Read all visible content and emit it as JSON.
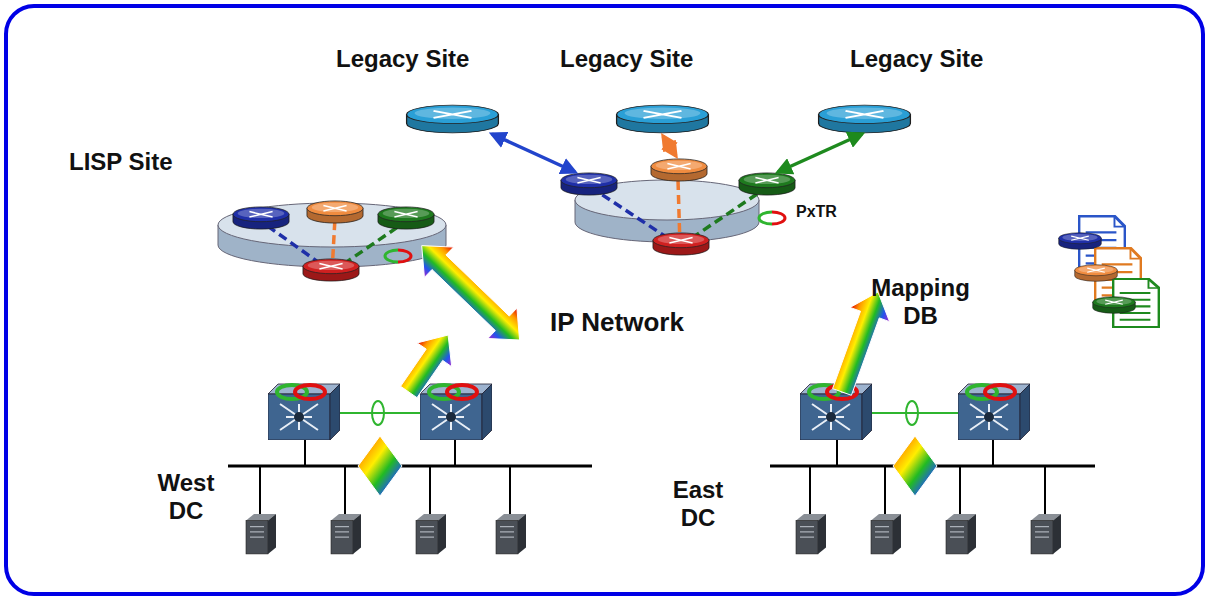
{
  "diagram": {
    "nodes": [
      {
        "text": [
          "Legacy Site"
        ]
      },
      {
        "text": [
          "Legacy Site"
        ]
      },
      {
        "text": [
          "Legacy Site"
        ]
      },
      {
        "text": [
          "LISP Site"
        ]
      },
      {
        "text": [
          "IP Network"
        ]
      },
      {
        "text": [
          "Mapping DB"
        ]
      },
      {
        "text": [
          "West DC"
        ]
      },
      {
        "text": [
          "East DC"
        ]
      }
    ],
    "edges": [
      {
        "from": 3,
        "to": 4,
        "arrow": "both"
      },
      {
        "from": 6,
        "to": 4,
        "arrow": "to"
      },
      {
        "from": 7,
        "to": 5,
        "arrow": "to"
      }
    ],
    "labels": [
      "PxTR"
    ]
  }
}
